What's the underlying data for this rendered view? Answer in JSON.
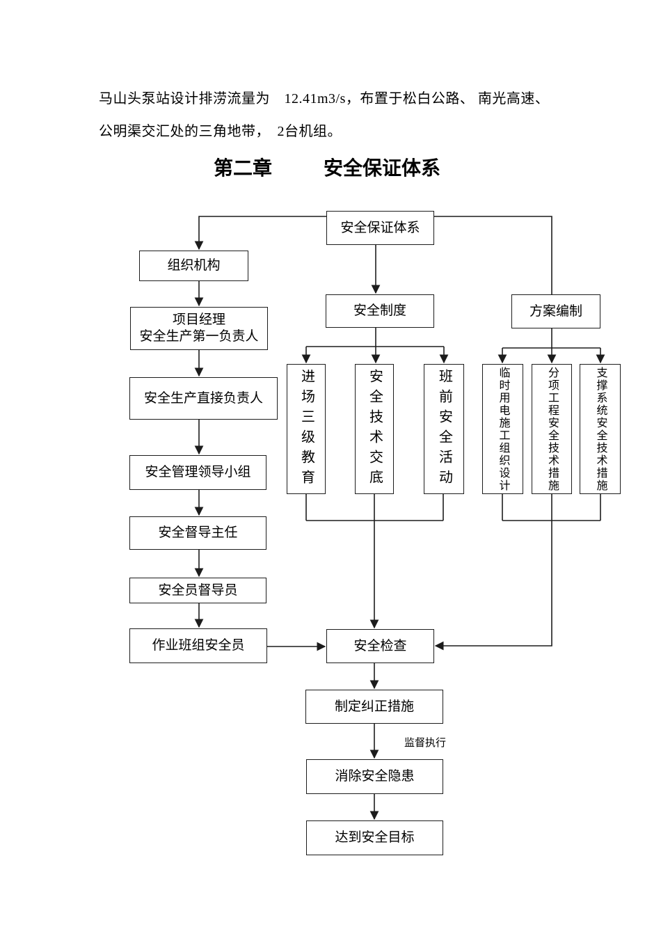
{
  "intro": {
    "line1": "马山头泵站设计排涝流量为　12.41m3/s，布置于松白公路、 南光高速、",
    "line2": "公明渠交汇处的三角地带，　2台机组。"
  },
  "title": {
    "chapter": "第二章",
    "text": "安全保证体系"
  },
  "flowchart": {
    "nodes": {
      "root": "安全保证体系",
      "org": "组织机构",
      "pm1": "项目经理",
      "pm2": "安全生产第一负责人",
      "direct": "安全生产直接负责人",
      "lead": "安全管理领导小组",
      "supdir": "安全督导主任",
      "officer": "安全员督导员",
      "team": "作业班组安全员",
      "system": "安全制度",
      "plan": "方案编制",
      "edu": "进场三级教育",
      "tech": "安全技术交底",
      "pre": "班前安全活动",
      "elec": "临时用电施工组织设计",
      "sub": "分项工程安全技术措施",
      "support": "支撑系统安全技术措施",
      "check": "安全检查",
      "correct": "制定纠正措施",
      "eliminate": "消除安全隐患",
      "goal": "达到安全目标"
    },
    "edge_label": "监督执行",
    "edges": [
      "安全保证体系→组织机构",
      "安全保证体系→安全制度",
      "安全保证体系→方案编制",
      "组织机构→项目经理/安全生产第一负责人",
      "项目经理/安全生产第一负责人→安全生产直接负责人",
      "安全生产直接负责人→安全管理领导小组",
      "安全管理领导小组→安全督导主任",
      "安全督导主任→安全员督导员",
      "安全员督导员→作业班组安全员",
      "作业班组安全员→安全检查",
      "安全制度→进场三级教育",
      "安全制度→安全技术交底",
      "安全制度→班前安全活动",
      "方案编制→临时用电施工组织设计",
      "方案编制→分项工程安全技术措施",
      "方案编制→支撑系统安全技术措施",
      "进场三级教育/安全技术交底/班前安全活动→安全检查",
      "临时用电施工组织设计/分项工程安全技术措施/支撑系统安全技术措施→安全检查",
      "安全检查→制定纠正措施",
      "制定纠正措施→消除安全隐患(监督执行)",
      "消除安全隐患→达到安全目标"
    ],
    "colors": {
      "line": "#1c1c1c",
      "text": "#000000",
      "background": "#ffffff"
    }
  }
}
